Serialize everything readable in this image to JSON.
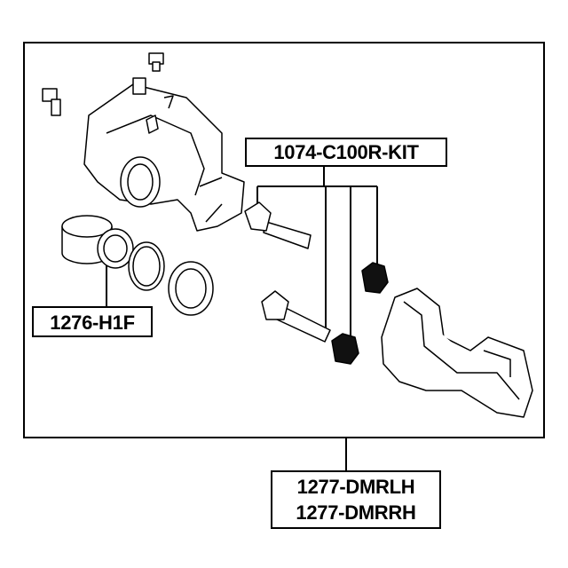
{
  "labels": {
    "kit": "1074-C100R-KIT",
    "piston": "1276-H1F",
    "carrier_lh": "1277-DMRLH",
    "carrier_rh": "1277-DMRRH"
  }
}
